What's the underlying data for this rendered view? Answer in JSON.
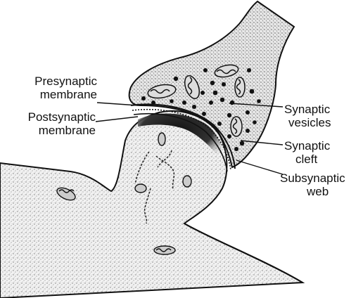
{
  "labels": {
    "presynaptic_membrane": [
      "Presynaptic",
      "membrane"
    ],
    "postsynaptic_membrane": [
      "Postsynaptic",
      "membrane"
    ],
    "synaptic_vesicles": [
      "Synaptic",
      "vesicles"
    ],
    "synaptic_cleft": [
      "Synaptic",
      "cleft"
    ],
    "subsynaptic_web": [
      "Subsynaptic",
      "web"
    ]
  },
  "colors": {
    "ink": "#111111",
    "stipple": "#c9c9c9",
    "dense": "#1a1a1a",
    "paper": "#ffffff"
  }
}
